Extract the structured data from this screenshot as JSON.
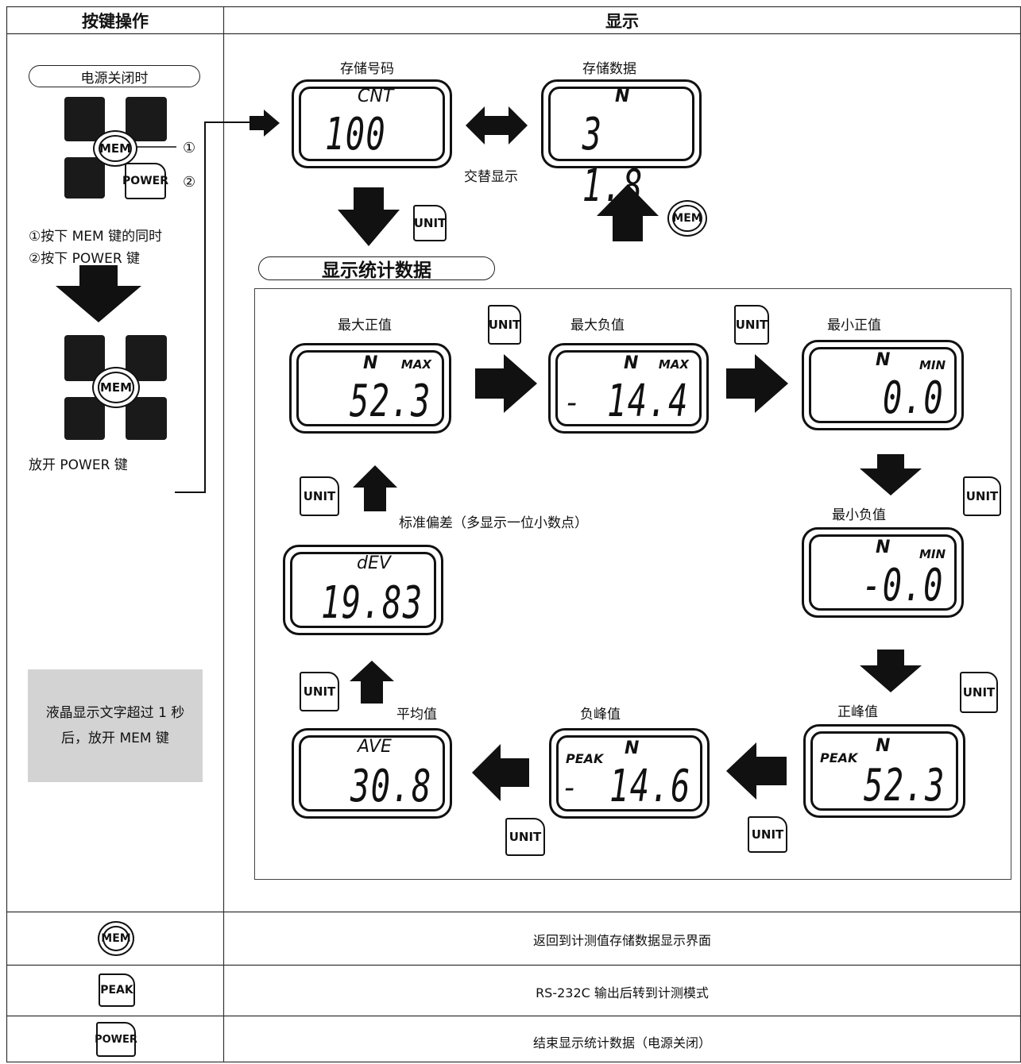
{
  "header": {
    "col1": "按键操作",
    "col2": "显示"
  },
  "left": {
    "pill_title": "电源关闭时",
    "key_mem": "MEM",
    "key_power": "POWER",
    "num1": "①",
    "num2": "②",
    "step1": "①按下 MEM 键的同时",
    "step2": "②按下 POWER 键",
    "release": "放开 POWER 键",
    "note": "液晶显示文字超过 1 秒后，放开 MEM 键"
  },
  "top": {
    "label_no": "存储号码",
    "label_data": "存储数据",
    "alternate": "交替显示",
    "lcd_no": {
      "unit": "CNT",
      "value": "100"
    },
    "lcd_data": {
      "unit": "N",
      "value": "3 1.8"
    },
    "unit_key": "UNIT",
    "mem_key": "MEM"
  },
  "stats": {
    "pill_title": "显示统计数据",
    "max_pos": {
      "label": "最大正值",
      "unit": "N",
      "tag": "MAX",
      "value": "52.3"
    },
    "max_neg": {
      "label": "最大负值",
      "unit": "N",
      "tag": "MAX",
      "sign": "-",
      "value": "14.4"
    },
    "min_pos": {
      "label": "最小正值",
      "unit": "N",
      "tag": "MIN",
      "value": "0.0"
    },
    "min_neg": {
      "label": "最小负值",
      "unit": "N",
      "tag": "MIN",
      "value": "-0.0"
    },
    "pos_peak": {
      "label": "正峰值",
      "unit": "N",
      "tag": "PEAK",
      "value": "52.3"
    },
    "neg_peak": {
      "label": "负峰值",
      "unit": "N",
      "tag": "PEAK",
      "sign": "-",
      "value": "14.6"
    },
    "average": {
      "label": "平均值",
      "unit": "AVE",
      "value": "30.8"
    },
    "std_dev": {
      "label": "标准偏差（多显示一位小数点）",
      "unit": "dEV",
      "value": "19.83"
    },
    "unit_key": "UNIT"
  },
  "footer": [
    {
      "key": "MEM",
      "text": "返回到计测值存储数据显示界面"
    },
    {
      "key": "PEAK",
      "text": "RS-232C 输出后转到计测模式"
    },
    {
      "key": "POWER",
      "text": "结束显示统计数据（电源关闭）"
    }
  ]
}
